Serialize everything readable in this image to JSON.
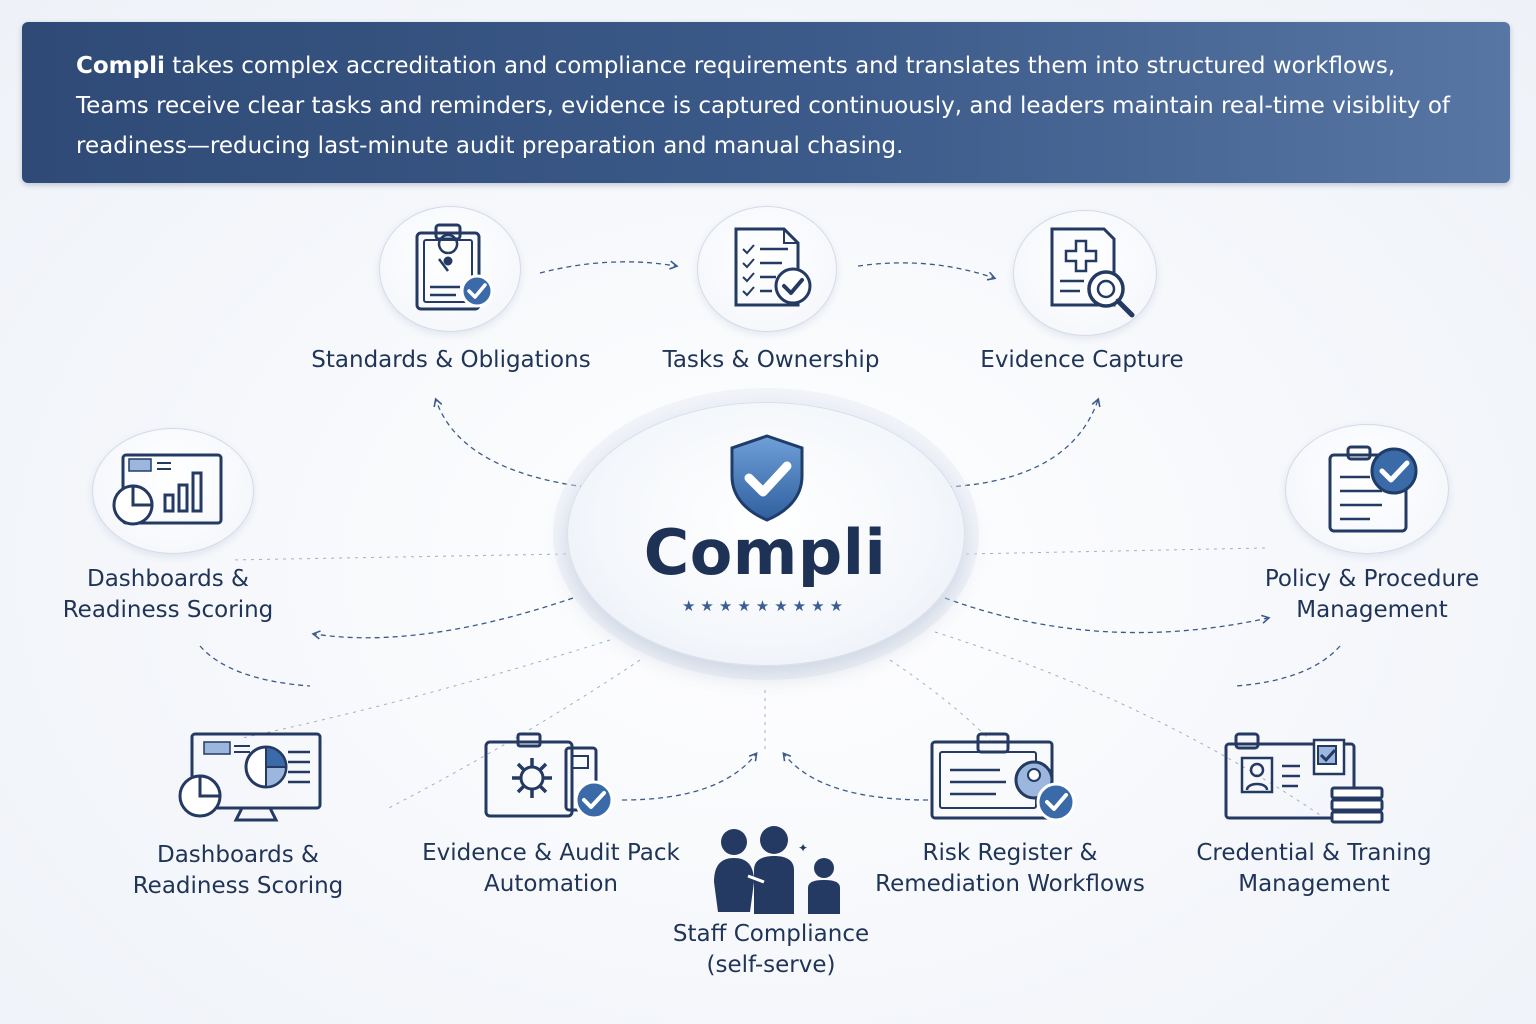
{
  "banner": {
    "brand": "Compli",
    "line1_rest": " takes complex accreditation and compliance requirements and translates them into structured workflows,",
    "line2": "Teams receive clear tasks and reminders, evidence is captured continuously, and leaders maintain real-time visiblity of",
    "line3": "readiness—reducing last-minute audit preparation and manual chasing."
  },
  "center": {
    "title": "Compli",
    "stars": "★★★★★★★★★",
    "icon": "shield-check-icon"
  },
  "nodes": {
    "standards": {
      "label1": "Standards & Obligations",
      "icon": "clipboard-check-icon"
    },
    "tasks": {
      "label1": "Tasks & Ownership",
      "icon": "checklist-document-icon"
    },
    "evidence": {
      "label1": "Evidence Capture",
      "icon": "document-search-icon"
    },
    "dashboards_left": {
      "label1": "Dashboards &",
      "label2": "Readiness Scoring",
      "icon": "bar-chart-icon"
    },
    "policy": {
      "label1": "Policy & Procedure",
      "label2": "Management",
      "icon": "policy-clipboard-icon"
    },
    "dashboards_bottom": {
      "label1": "Dashboards &",
      "label2": "Readiness Scoring",
      "icon": "monitor-chart-icon"
    },
    "audit_pack": {
      "label1": "Evidence & Audit Pack",
      "label2": "Automation",
      "icon": "gear-folder-icon"
    },
    "staff": {
      "label1": "Staff Compliance",
      "label2": "(self-serve)",
      "icon": "people-icon"
    },
    "risk": {
      "label1": "Risk Register &",
      "label2": "Remediation Workflows",
      "icon": "risk-register-icon"
    },
    "credential": {
      "label1": "Credential & Traning",
      "label2": "Management",
      "icon": "id-card-icon"
    }
  },
  "colors": {
    "navy": "#1f3456",
    "accent": "#3b6aa8",
    "banner": "#3c5b8a",
    "line": "#3d5a88"
  }
}
